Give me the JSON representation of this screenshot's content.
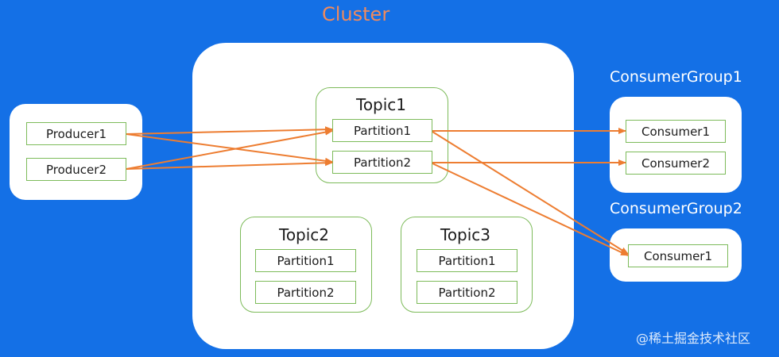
{
  "cluster": {
    "title": "Cluster"
  },
  "producers": {
    "items": [
      "Producer1",
      "Producer2"
    ]
  },
  "topics": [
    {
      "title": "Topic1",
      "partitions": [
        "Partition1",
        "Partition2"
      ]
    },
    {
      "title": "Topic2",
      "partitions": [
        "Partition1",
        "Partition2"
      ]
    },
    {
      "title": "Topic3",
      "partitions": [
        "Partition1",
        "Partition2"
      ]
    }
  ],
  "consumer_groups": [
    {
      "title": "ConsumerGroup1",
      "consumers": [
        "Consumer1",
        "Consumer2"
      ]
    },
    {
      "title": "ConsumerGroup2",
      "consumers": [
        "Consumer1"
      ]
    }
  ],
  "watermark": "@稀土掘金技术社区",
  "colors": {
    "background": "#1470e6",
    "arrow": "#ed7d31",
    "cell_border": "#7dbb5a",
    "cluster_title": "#f08a5d"
  }
}
